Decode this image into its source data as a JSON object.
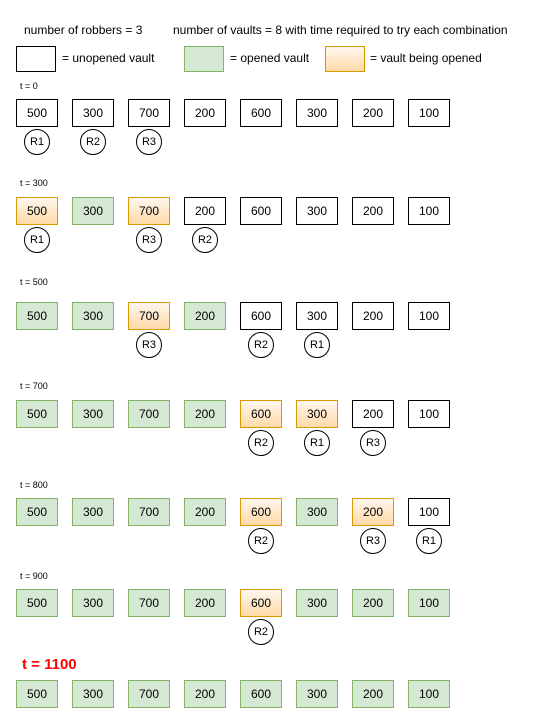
{
  "header": {
    "robbers_text": "number of robbers = 3",
    "vaults_text": "number of vaults = 8 with time required to try each combination"
  },
  "legend": [
    {
      "state": "unopened",
      "label": "= unopened vault"
    },
    {
      "state": "opened",
      "label": "= opened vault"
    },
    {
      "state": "opening",
      "label": "= vault being opened"
    }
  ],
  "colors": {
    "unopened_fill": "#ffffff",
    "unopened_border": "#000000",
    "opened_fill": "#d5e8d4",
    "opened_border": "#82b366",
    "opening_fill": "#ffe6cc",
    "opening_border": "#d79b00",
    "final_time": "#ff0000"
  },
  "rows": [
    {
      "time": "t = 0",
      "vaults": [
        {
          "value": "500",
          "state": "unopened",
          "robber": "R1"
        },
        {
          "value": "300",
          "state": "unopened",
          "robber": "R2"
        },
        {
          "value": "700",
          "state": "unopened",
          "robber": "R3"
        },
        {
          "value": "200",
          "state": "unopened",
          "robber": ""
        },
        {
          "value": "600",
          "state": "unopened",
          "robber": ""
        },
        {
          "value": "300",
          "state": "unopened",
          "robber": ""
        },
        {
          "value": "200",
          "state": "unopened",
          "robber": ""
        },
        {
          "value": "100",
          "state": "unopened",
          "robber": ""
        }
      ]
    },
    {
      "time": "t = 300",
      "vaults": [
        {
          "value": "500",
          "state": "opening",
          "robber": "R1"
        },
        {
          "value": "300",
          "state": "opened",
          "robber": ""
        },
        {
          "value": "700",
          "state": "opening",
          "robber": "R3"
        },
        {
          "value": "200",
          "state": "unopened",
          "robber": "R2"
        },
        {
          "value": "600",
          "state": "unopened",
          "robber": ""
        },
        {
          "value": "300",
          "state": "unopened",
          "robber": ""
        },
        {
          "value": "200",
          "state": "unopened",
          "robber": ""
        },
        {
          "value": "100",
          "state": "unopened",
          "robber": ""
        }
      ]
    },
    {
      "time": "t = 500",
      "vaults": [
        {
          "value": "500",
          "state": "opened",
          "robber": ""
        },
        {
          "value": "300",
          "state": "opened",
          "robber": ""
        },
        {
          "value": "700",
          "state": "opening",
          "robber": "R3"
        },
        {
          "value": "200",
          "state": "opened",
          "robber": ""
        },
        {
          "value": "600",
          "state": "unopened",
          "robber": "R2"
        },
        {
          "value": "300",
          "state": "unopened",
          "robber": "R1"
        },
        {
          "value": "200",
          "state": "unopened",
          "robber": ""
        },
        {
          "value": "100",
          "state": "unopened",
          "robber": ""
        }
      ]
    },
    {
      "time": "t = 700",
      "vaults": [
        {
          "value": "500",
          "state": "opened",
          "robber": ""
        },
        {
          "value": "300",
          "state": "opened",
          "robber": ""
        },
        {
          "value": "700",
          "state": "opened",
          "robber": ""
        },
        {
          "value": "200",
          "state": "opened",
          "robber": ""
        },
        {
          "value": "600",
          "state": "opening",
          "robber": "R2"
        },
        {
          "value": "300",
          "state": "opening",
          "robber": "R1"
        },
        {
          "value": "200",
          "state": "unopened",
          "robber": "R3"
        },
        {
          "value": "100",
          "state": "unopened",
          "robber": ""
        }
      ]
    },
    {
      "time": "t = 800",
      "vaults": [
        {
          "value": "500",
          "state": "opened",
          "robber": ""
        },
        {
          "value": "300",
          "state": "opened",
          "robber": ""
        },
        {
          "value": "700",
          "state": "opened",
          "robber": ""
        },
        {
          "value": "200",
          "state": "opened",
          "robber": ""
        },
        {
          "value": "600",
          "state": "opening",
          "robber": "R2"
        },
        {
          "value": "300",
          "state": "opened",
          "robber": ""
        },
        {
          "value": "200",
          "state": "opening",
          "robber": "R3"
        },
        {
          "value": "100",
          "state": "unopened",
          "robber": "R1"
        }
      ]
    },
    {
      "time": "t = 900",
      "vaults": [
        {
          "value": "500",
          "state": "opened",
          "robber": ""
        },
        {
          "value": "300",
          "state": "opened",
          "robber": ""
        },
        {
          "value": "700",
          "state": "opened",
          "robber": ""
        },
        {
          "value": "200",
          "state": "opened",
          "robber": ""
        },
        {
          "value": "600",
          "state": "opening",
          "robber": "R2"
        },
        {
          "value": "300",
          "state": "opened",
          "robber": ""
        },
        {
          "value": "200",
          "state": "opened",
          "robber": ""
        },
        {
          "value": "100",
          "state": "opened",
          "robber": ""
        }
      ]
    },
    {
      "time": "t = 1100",
      "final": true,
      "vaults": [
        {
          "value": "500",
          "state": "opened",
          "robber": ""
        },
        {
          "value": "300",
          "state": "opened",
          "robber": ""
        },
        {
          "value": "700",
          "state": "opened",
          "robber": ""
        },
        {
          "value": "200",
          "state": "opened",
          "robber": ""
        },
        {
          "value": "600",
          "state": "opened",
          "robber": ""
        },
        {
          "value": "300",
          "state": "opened",
          "robber": ""
        },
        {
          "value": "200",
          "state": "opened",
          "robber": ""
        },
        {
          "value": "100",
          "state": "opened",
          "robber": ""
        }
      ]
    }
  ]
}
